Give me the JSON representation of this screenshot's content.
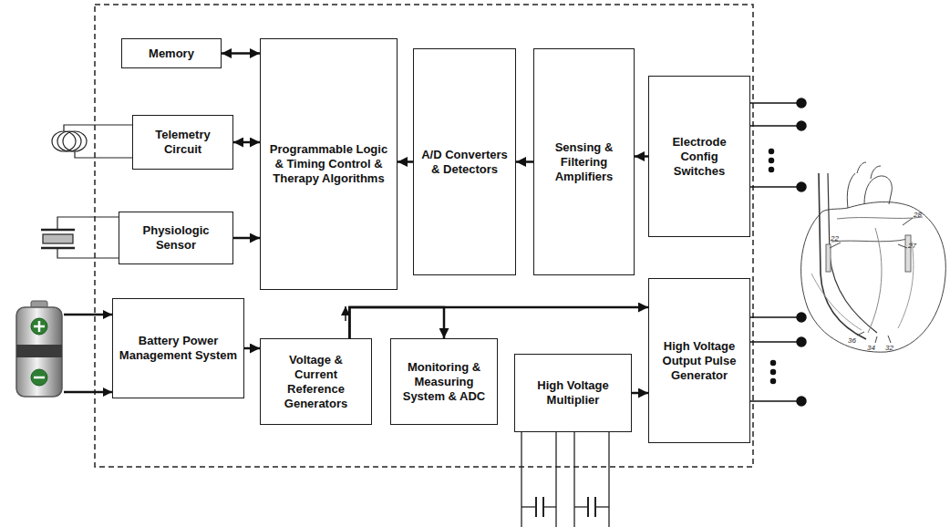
{
  "diagram": {
    "nodes": [
      {
        "text": [
          "Memory"
        ]
      },
      {
        "text": [
          "Telemetry Circuit"
        ]
      },
      {
        "text": [
          "Physiologic Sensor"
        ]
      },
      {
        "text": [
          "Programmable Logic & Timing Control & Therapy Algorithms"
        ]
      },
      {
        "text": [
          "A/D Converters & Detectors"
        ]
      },
      {
        "text": [
          "Sensing & Filtering Amplifiers"
        ]
      },
      {
        "text": [
          "Electrode Config Switches"
        ]
      },
      {
        "text": [
          "Battery Power Management System"
        ]
      },
      {
        "text": [
          "Voltage & Current Reference Generators"
        ]
      },
      {
        "text": [
          "Monitoring & Measuring System & ADC"
        ]
      },
      {
        "text": [
          "High Voltage Multiplier"
        ]
      },
      {
        "text": [
          "High Voltage Output Pulse Generator"
        ]
      }
    ],
    "edges": [
      {
        "from": 0,
        "to": 3,
        "arrow": "both"
      },
      {
        "from": 1,
        "to": 3,
        "arrow": "both"
      },
      {
        "from": 2,
        "to": 3,
        "arrow": "to"
      },
      {
        "from": 4,
        "to": 3,
        "arrow": "to"
      },
      {
        "from": 5,
        "to": 4,
        "arrow": "to"
      },
      {
        "from": 6,
        "to": 5,
        "arrow": "to"
      },
      {
        "from": 7,
        "to": 8,
        "arrow": "to"
      },
      {
        "from": 8,
        "to": 9,
        "arrow": "to"
      },
      {
        "from": 8,
        "to": 11,
        "arrow": "to"
      },
      {
        "from": 10,
        "to": 11,
        "arrow": "to"
      }
    ],
    "labels": [
      "28",
      "22",
      "27",
      "36",
      "34",
      "32"
    ]
  }
}
